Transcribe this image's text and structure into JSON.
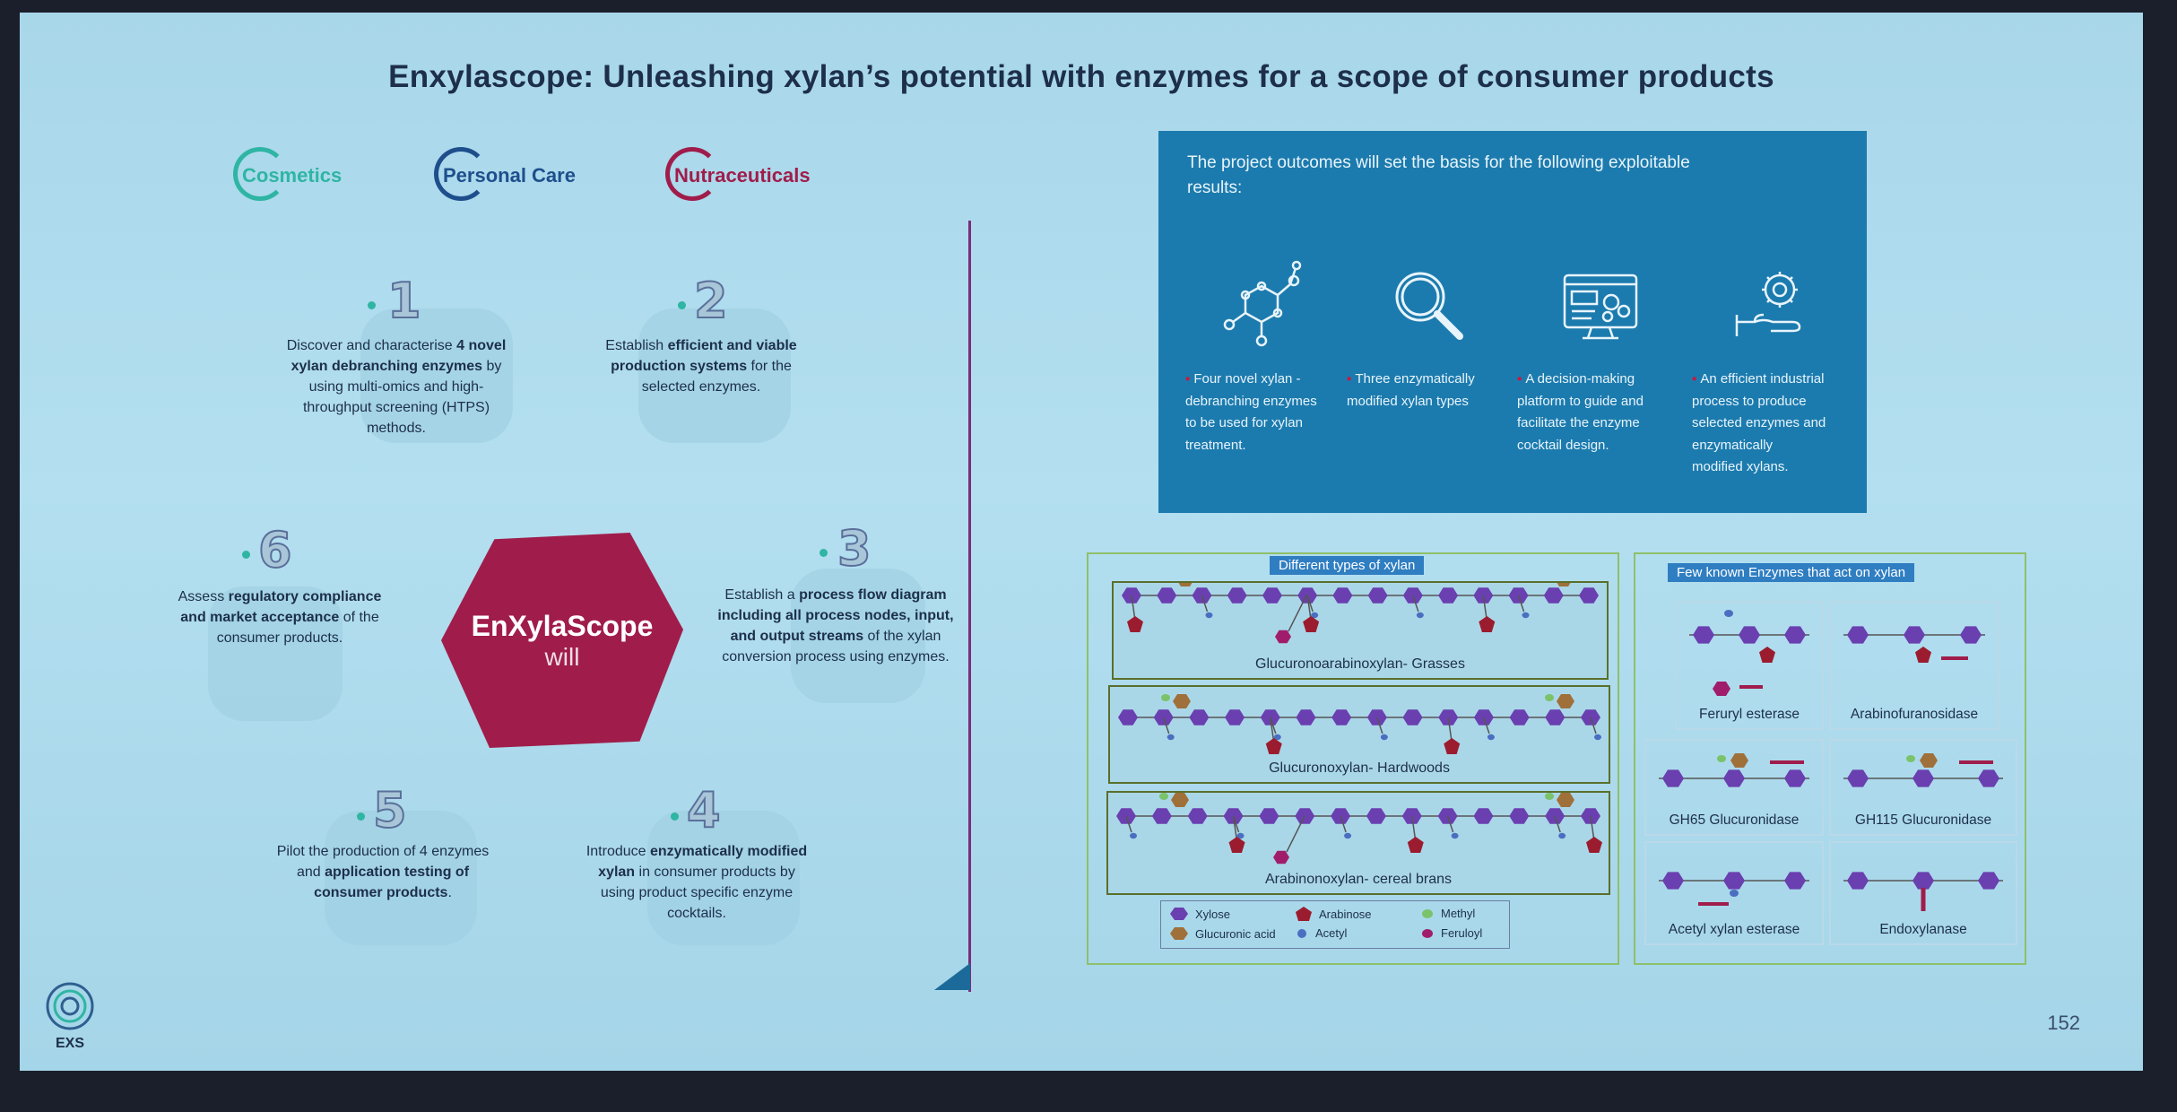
{
  "title": "Enxylascope: Unleashing xylan’s potential with enzymes for a scope of consumer products",
  "categories": [
    {
      "label": "Cosmetics",
      "color": "#2fb5a3"
    },
    {
      "label": "Personal Care",
      "color": "#1e4f8c"
    },
    {
      "label": "Nutraceuticals",
      "color": "#a01d4b"
    }
  ],
  "center": {
    "line1": "EnXylaScope",
    "line2": "will"
  },
  "steps": [
    {
      "num": "1",
      "parts": [
        "Discover and characterise ",
        "4 novel xylan debranching enzymes",
        " by using multi-omics and high-throughput screening (HTPS) methods."
      ]
    },
    {
      "num": "2",
      "parts": [
        "Establish ",
        "efficient and viable production systems",
        " for the selected enzymes."
      ]
    },
    {
      "num": "3",
      "parts": [
        "Establish a ",
        "process flow diagram including all process nodes, input, and output streams",
        " of the xylan conversion process using enzymes."
      ]
    },
    {
      "num": "4",
      "parts": [
        "Introduce ",
        "enzymatically modified xylan",
        " in consumer products by using product specific enzyme cocktails."
      ]
    },
    {
      "num": "5",
      "parts": [
        "Pilot the production of 4 enzymes and ",
        "application testing of consumer products",
        "."
      ]
    },
    {
      "num": "6",
      "parts": [
        "Assess ",
        "regulatory compliance and market acceptance",
        " of the consumer products."
      ]
    }
  ],
  "outcomes": {
    "heading": "The project outcomes will set the basis for the following exploitable results:",
    "items": [
      {
        "icon": "molecule-icon",
        "text": "Four novel xylan -debranching enzymes to be used for xylan treatment."
      },
      {
        "icon": "magnifier-icon",
        "text": "Three enzymatically modified xylan types"
      },
      {
        "icon": "platform-icon",
        "text": "A decision-making platform to guide and facilitate the enzyme cocktail design."
      },
      {
        "icon": "process-icon",
        "text": "An efficient industrial process to produce selected enzymes and enzymatically modified xylans."
      }
    ]
  },
  "xylan_panel": {
    "title": "Different types of xylan",
    "types": [
      "Glucuronoarabinoxylan- Grasses",
      "Glucuronoxylan- Hardwoods",
      "Arabinonoxylan- cereal brans"
    ]
  },
  "enzyme_panel": {
    "title": "Few known Enzymes that act on xylan",
    "enzymes": [
      "Feruryl esterase",
      "Arabinofuranosidase",
      "GH65 Glucuronidase",
      "GH115 Glucuronidase",
      "Acetyl xylan esterase",
      "Endoxylanase"
    ]
  },
  "legend": [
    {
      "label": "Xylose",
      "color": "#6a3fb0"
    },
    {
      "label": "Arabinose",
      "color": "#9b1c2e"
    },
    {
      "label": "Methyl",
      "color": "#7ac36a"
    },
    {
      "label": "Glucuronic acid",
      "color": "#a0703a"
    },
    {
      "label": "Acetyl",
      "color": "#4a6fc0"
    },
    {
      "label": "Feruloyl",
      "color": "#a01d6b"
    }
  ],
  "logo_text": "EXS",
  "page_number": "152"
}
